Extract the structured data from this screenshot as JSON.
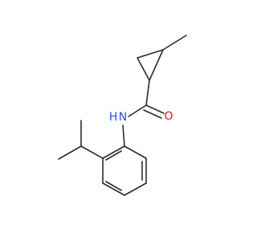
{
  "molecule": {
    "atom_labels": {
      "nitrogen": "N",
      "hydrogen": "H",
      "oxygen": "O"
    },
    "colors": {
      "bond": "#2b2b2b",
      "nitrogen": "#3050f8",
      "oxygen": "#ff0d0d"
    }
  }
}
